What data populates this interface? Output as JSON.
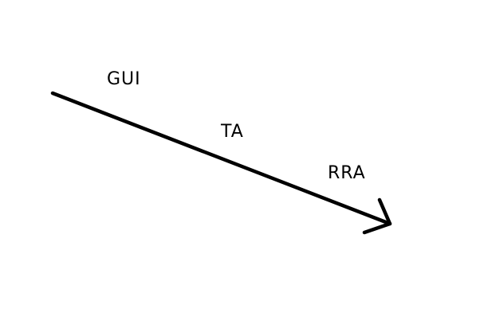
{
  "diagram": {
    "labels": {
      "first": "GUI",
      "second": "TA",
      "third": "RRA"
    },
    "arrow": {
      "color": "#000000",
      "direction": "down-right"
    },
    "background": "#ffffff"
  }
}
